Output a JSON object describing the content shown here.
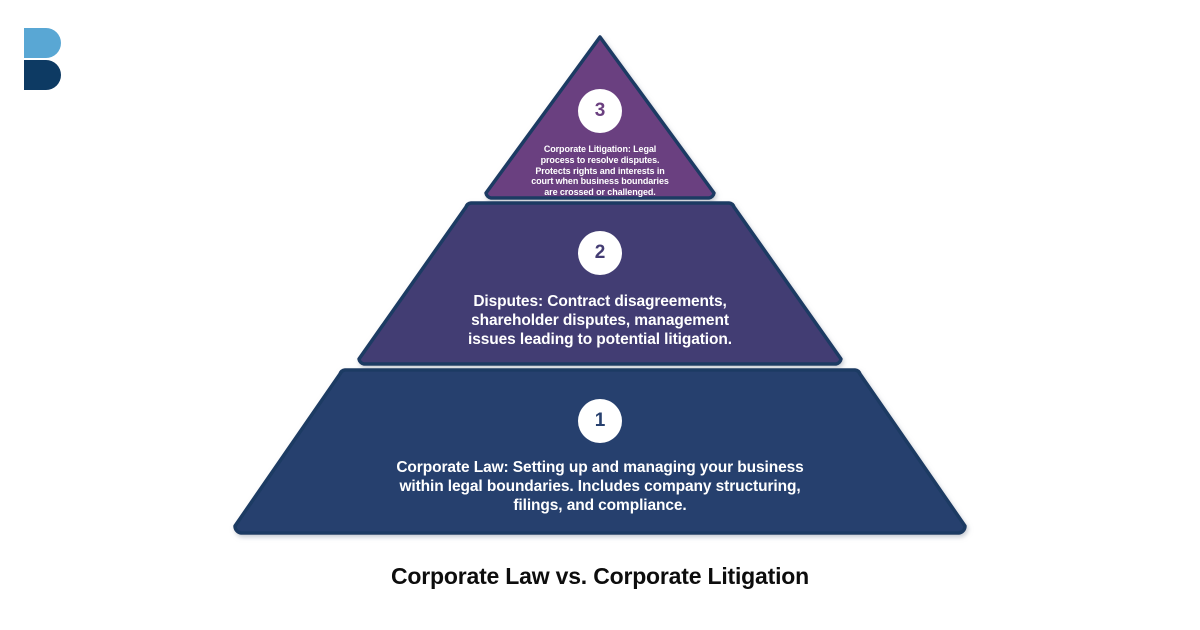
{
  "title": "Corporate Law vs. Corporate Litigation",
  "logo": {
    "name": "b-logo",
    "top_color": "#59a7d4",
    "bottom_color": "#0d3a63"
  },
  "colors": {
    "tier1_fill": "#27406e",
    "tier2_fill": "#433c73",
    "tier3_fill": "#6b4080",
    "border": "#1b3a63",
    "badge_bg": "#ffffff",
    "text": "#ffffff",
    "title_text": "#0d0d0d",
    "background": "#ffffff"
  },
  "pyramid": {
    "tiers": [
      {
        "number": "3",
        "level": 3,
        "position": "top",
        "fill": "#6b4080",
        "text": "Corporate Litigation: Legal\nprocess to resolve disputes.\nProtects rights and interests in\ncourt when business boundaries\nare crossed or challenged."
      },
      {
        "number": "2",
        "level": 2,
        "position": "middle",
        "fill": "#433c73",
        "text": "Disputes: Contract disagreements,\nshareholder disputes, management\nissues leading to potential litigation."
      },
      {
        "number": "1",
        "level": 1,
        "position": "bottom",
        "fill": "#27406e",
        "text": "Corporate Law: Setting up and managing your business\nwithin legal boundaries. Includes company structuring,\nfilings, and compliance."
      }
    ]
  }
}
